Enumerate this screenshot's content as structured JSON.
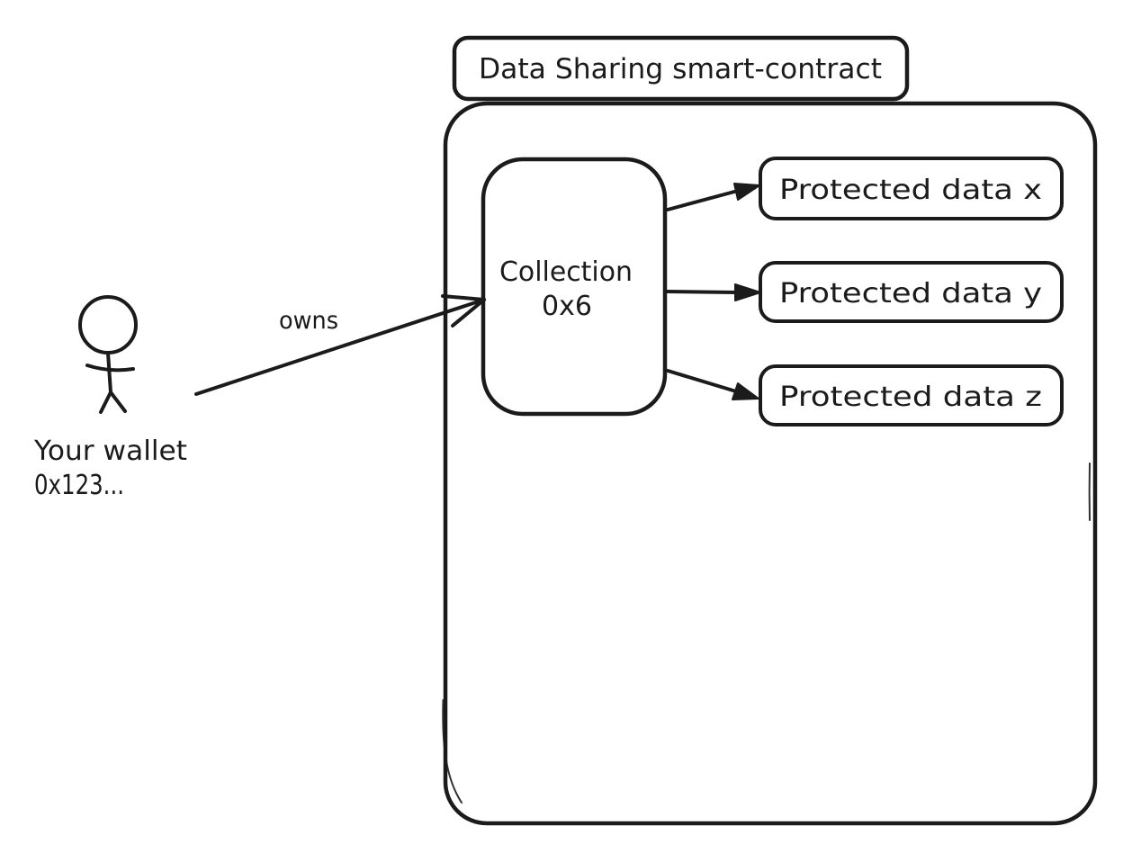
{
  "diagram": {
    "title": "Data Sharing smart-contract",
    "collection": {
      "name": "Collection",
      "address": "0x6"
    },
    "protected_data": [
      {
        "label": "Protected data x"
      },
      {
        "label": "Protected data y"
      },
      {
        "label": "Protected data z"
      }
    ],
    "wallet": {
      "label": "Your wallet",
      "address": "0x123..."
    },
    "relations": {
      "owns": "owns"
    },
    "colors": {
      "stroke": "#1b1b1b",
      "background": "#ffffff"
    }
  }
}
